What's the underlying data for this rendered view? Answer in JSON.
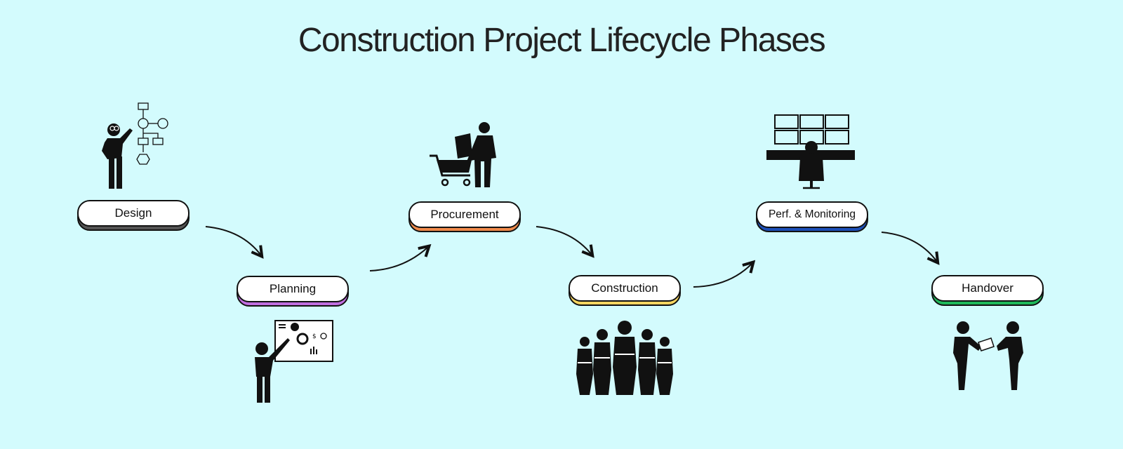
{
  "title": "Construction Project Lifecycle Phases",
  "phases": [
    {
      "label": "Design",
      "accent": "#555555",
      "icon": "designer-flowchart-icon"
    },
    {
      "label": "Planning",
      "accent": "#c06ee0",
      "icon": "planner-board-icon"
    },
    {
      "label": "Procurement",
      "accent": "#f08a4b",
      "icon": "shopping-cart-buyer-icon"
    },
    {
      "label": "Construction",
      "accent": "#f7d560",
      "icon": "construction-workers-icon"
    },
    {
      "label": "Perf. & Monitoring",
      "accent": "#1d4fb8",
      "icon": "control-room-monitors-icon"
    },
    {
      "label": "Handover",
      "accent": "#1fb85a",
      "icon": "handover-document-icon"
    }
  ],
  "colors": {
    "background": "#d3fbfd",
    "text": "#222222"
  }
}
